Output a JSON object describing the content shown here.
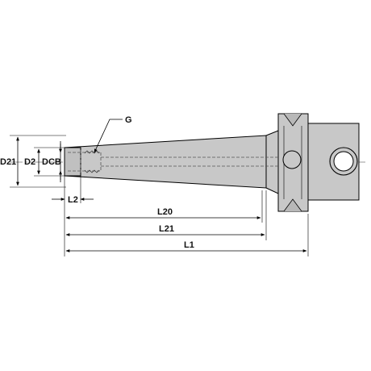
{
  "diagram": {
    "labels": {
      "d21": "D21",
      "d2": "D2",
      "dcb": "DCB",
      "g": "G",
      "l2": "L2",
      "l20": "L20",
      "l21": "L21",
      "l1": "L1"
    },
    "colors": {
      "body_fill": "#c8c8c8",
      "outline": "#000000",
      "hidden_line": "#555555",
      "background": "#ffffff"
    }
  }
}
